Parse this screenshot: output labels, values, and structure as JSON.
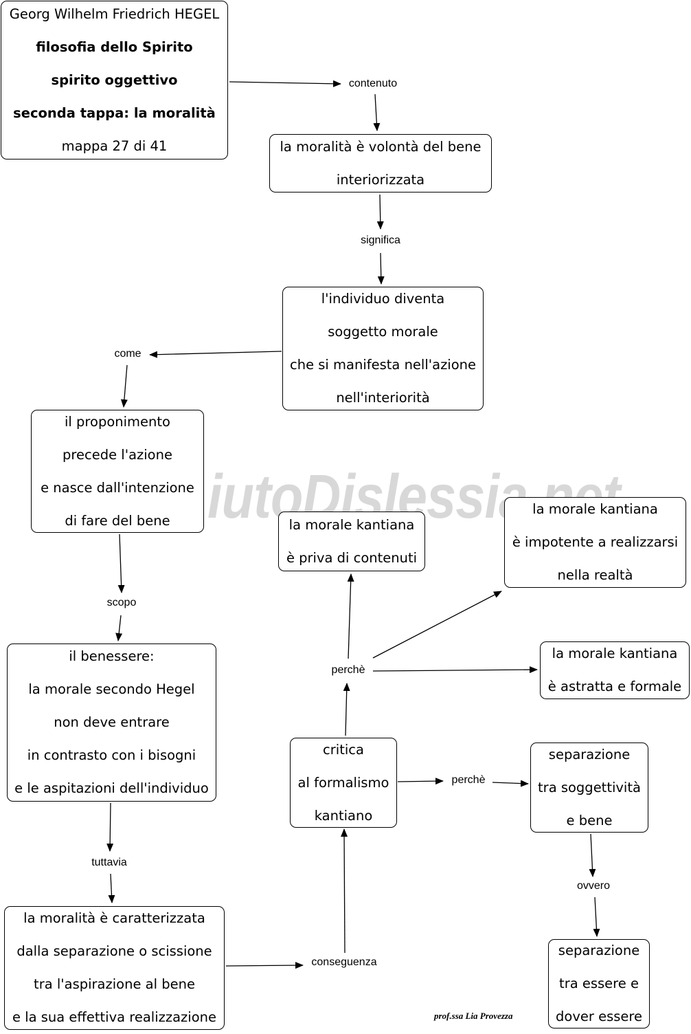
{
  "watermark": "By AiutoDislessia.net",
  "title_box": {
    "line1": "Georg Wilhelm Friedrich HEGEL",
    "line2": "filosofia dello Spirito",
    "line3": "spirito oggettivo",
    "line4": "seconda  tappa: la moralità",
    "line5": "mappa 27 di 41"
  },
  "nodes": {
    "moralita": [
      "la moralità è volontà del bene",
      "interiorizzata"
    ],
    "individuo": [
      "l'individuo diventa",
      "soggetto morale",
      "che si manifesta nell'azione",
      "nell'interiorità"
    ],
    "proponimento": [
      "il proponimento",
      "precede l'azione",
      "e nasce dall'intenzione",
      "di fare del bene"
    ],
    "benessere": [
      "il benessere:",
      "la morale secondo Hegel",
      "non deve entrare",
      "in contrasto con i bisogni",
      "e le aspitazioni dell'individuo"
    ],
    "caratterizzata": [
      "la moralità è caratterizzata",
      "dalla separazione o scissione",
      "tra l'aspirazione al bene",
      "e la sua effettiva realizzazione"
    ],
    "critica": [
      "critica",
      "al formalismo",
      "kantiano"
    ],
    "priva": [
      "la morale kantiana",
      "è priva di contenuti"
    ],
    "impotente": [
      "la morale kantiana",
      "è impotente a realizzarsi",
      "nella realtà"
    ],
    "astratta": [
      "la morale kantiana",
      "è astratta e formale"
    ],
    "sep_sogg": [
      "separazione",
      "tra soggettività",
      "e bene"
    ],
    "sep_essere": [
      "separazione",
      "tra essere e",
      "dover essere"
    ]
  },
  "labels": {
    "contenuto": "contenuto",
    "significa": "significa",
    "come": "come",
    "scopo": "scopo",
    "tuttavia": "tuttavia",
    "conseguenza": "conseguenza",
    "perche_top": "perchè",
    "perche_right": "perchè",
    "ovvero": "ovvero"
  },
  "signature": "prof.ssa Lia Provezza",
  "colors": {
    "line": "#000000",
    "watermark": "#b9b9b9",
    "background": "#ffffff"
  }
}
